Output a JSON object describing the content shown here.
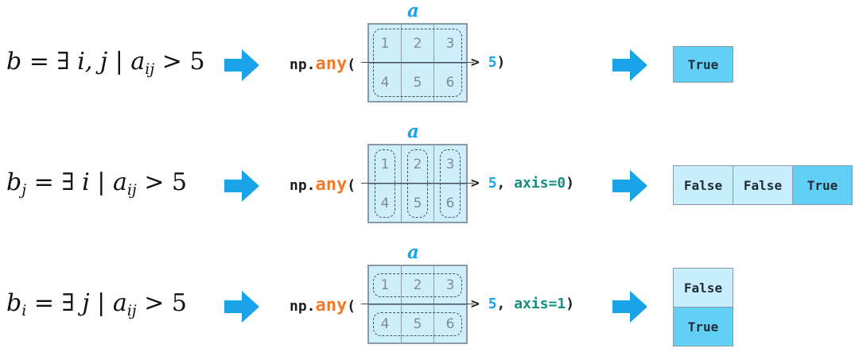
{
  "label_a": "a",
  "operator": "> ",
  "threshold": "5",
  "fn_prefix": "np.",
  "fn_name": "any",
  "paren_open": "(",
  "paren_close": ")",
  "comma": ", ",
  "matrix_values": [
    "1",
    "2",
    "3",
    "4",
    "5",
    "6"
  ],
  "rows": [
    {
      "formula": {
        "lhs": "b",
        "lhs_sub": "",
        "quantifier": " = ∃ ",
        "vars": "i, j",
        "cond_var": "a",
        "cond_sub": "ij",
        "cond": " > 5"
      },
      "axis_arg": "",
      "result": [
        "True"
      ],
      "result_layout": "single"
    },
    {
      "formula": {
        "lhs": "b",
        "lhs_sub": "j",
        "quantifier": " = ∃ ",
        "vars": "i",
        "cond_var": "a",
        "cond_sub": "ij",
        "cond": " > 5"
      },
      "axis_arg": "axis=0",
      "result": [
        "False",
        "False",
        "True"
      ],
      "result_layout": "horizontal"
    },
    {
      "formula": {
        "lhs": "b",
        "lhs_sub": "i",
        "quantifier": " = ∃ ",
        "vars": "j",
        "cond_var": "a",
        "cond_sub": "ij",
        "cond": " > 5"
      },
      "axis_arg": "axis=1",
      "result": [
        "False",
        "True"
      ],
      "result_layout": "vertical"
    }
  ],
  "colors": {
    "fn": "#f27b2b",
    "number": "#1aa3e8",
    "keyword": "#168f7f",
    "arrow": "#1aa3e8",
    "cell": "#cfeefc",
    "true_cell": "#62cff4",
    "false_cell": "#c8edfc"
  }
}
